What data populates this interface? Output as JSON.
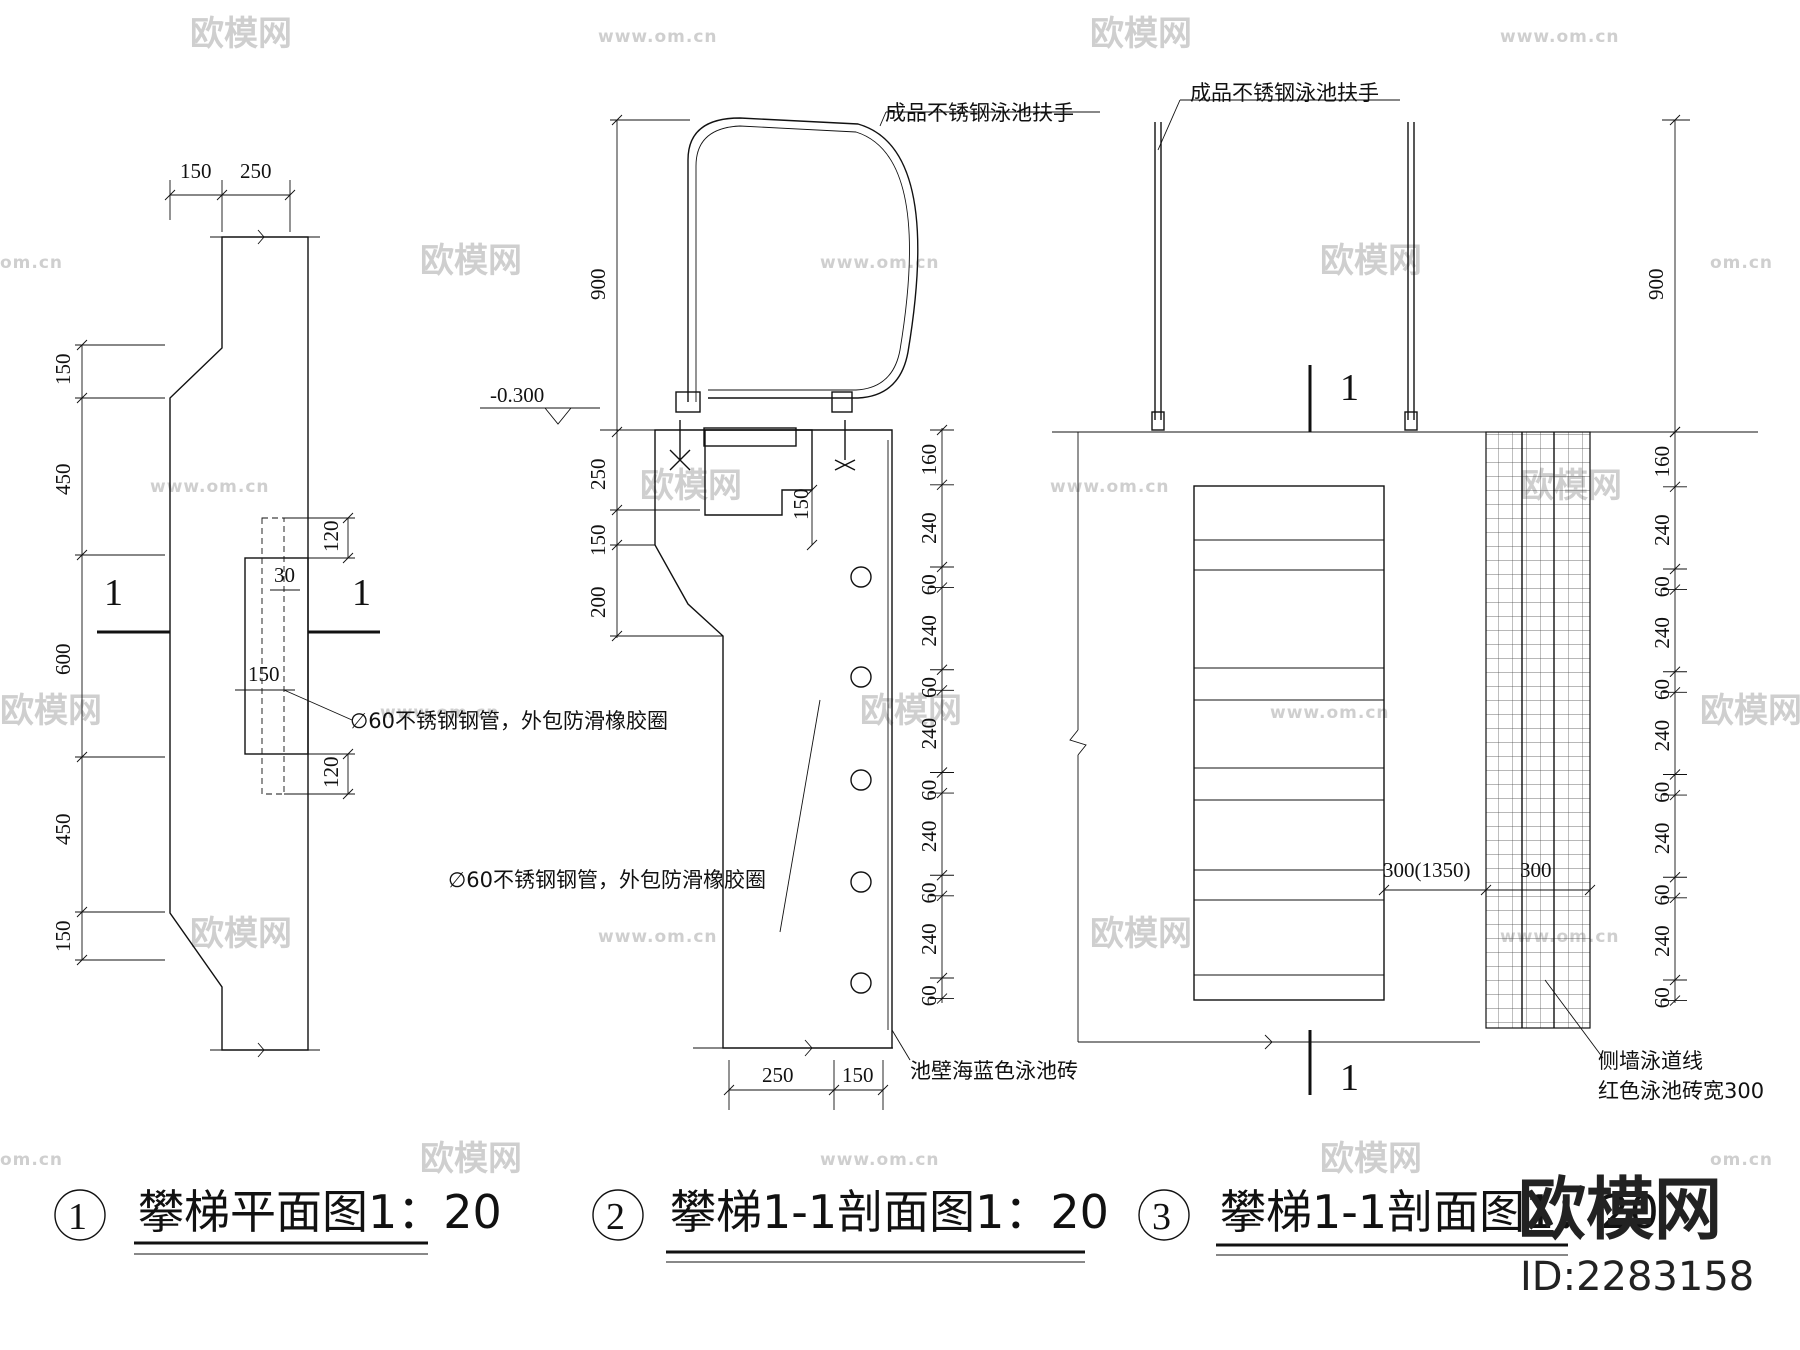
{
  "watermark": {
    "brand": "欧模网",
    "site": "www.om.cn",
    "site_short": "om.cn"
  },
  "plan": {
    "dims_top": [
      "150",
      "250"
    ],
    "dims_left": [
      "150",
      "450",
      "600",
      "450",
      "150"
    ],
    "dims_inner": [
      "120",
      "30",
      "150",
      "120"
    ],
    "section_mark": "1",
    "note_pipe": "∅60不锈钢钢管，外包防滑橡胶圈",
    "caption_num": "1",
    "caption": "攀梯平面图1：20"
  },
  "section2": {
    "rail_note": "成品不锈钢泳池扶手",
    "level": "-0.300",
    "dims_rail": [
      "900"
    ],
    "dims_left": [
      "250",
      "150",
      "200"
    ],
    "dim_inner": "150",
    "dims_right": [
      "160",
      "240",
      "60",
      "240",
      "60",
      "240",
      "60",
      "240",
      "60",
      "240",
      "60"
    ],
    "dims_bottom": [
      "250",
      "150"
    ],
    "note_pipe": "∅60不锈钢钢管，外包防滑橡胶圈",
    "note_tile": "池壁海蓝色泳池砖",
    "caption_num": "2",
    "caption": "攀梯1-1剖面图1：20"
  },
  "section3": {
    "rail_note": "成品不锈钢泳池扶手",
    "section_mark": "1",
    "dims_rail": [
      "900"
    ],
    "dims_right": [
      "160",
      "240",
      "60",
      "240",
      "60",
      "240",
      "60",
      "240",
      "60",
      "240",
      "60"
    ],
    "dim_a": "300(1350)",
    "dim_b": "300",
    "note_line1": "侧墙泳道线",
    "note_line2": "红色泳池砖宽300",
    "caption_num": "3",
    "caption": "攀梯1-1剖面图1：20"
  },
  "badge": {
    "brand": "欧模网",
    "id": "ID:2283158"
  }
}
